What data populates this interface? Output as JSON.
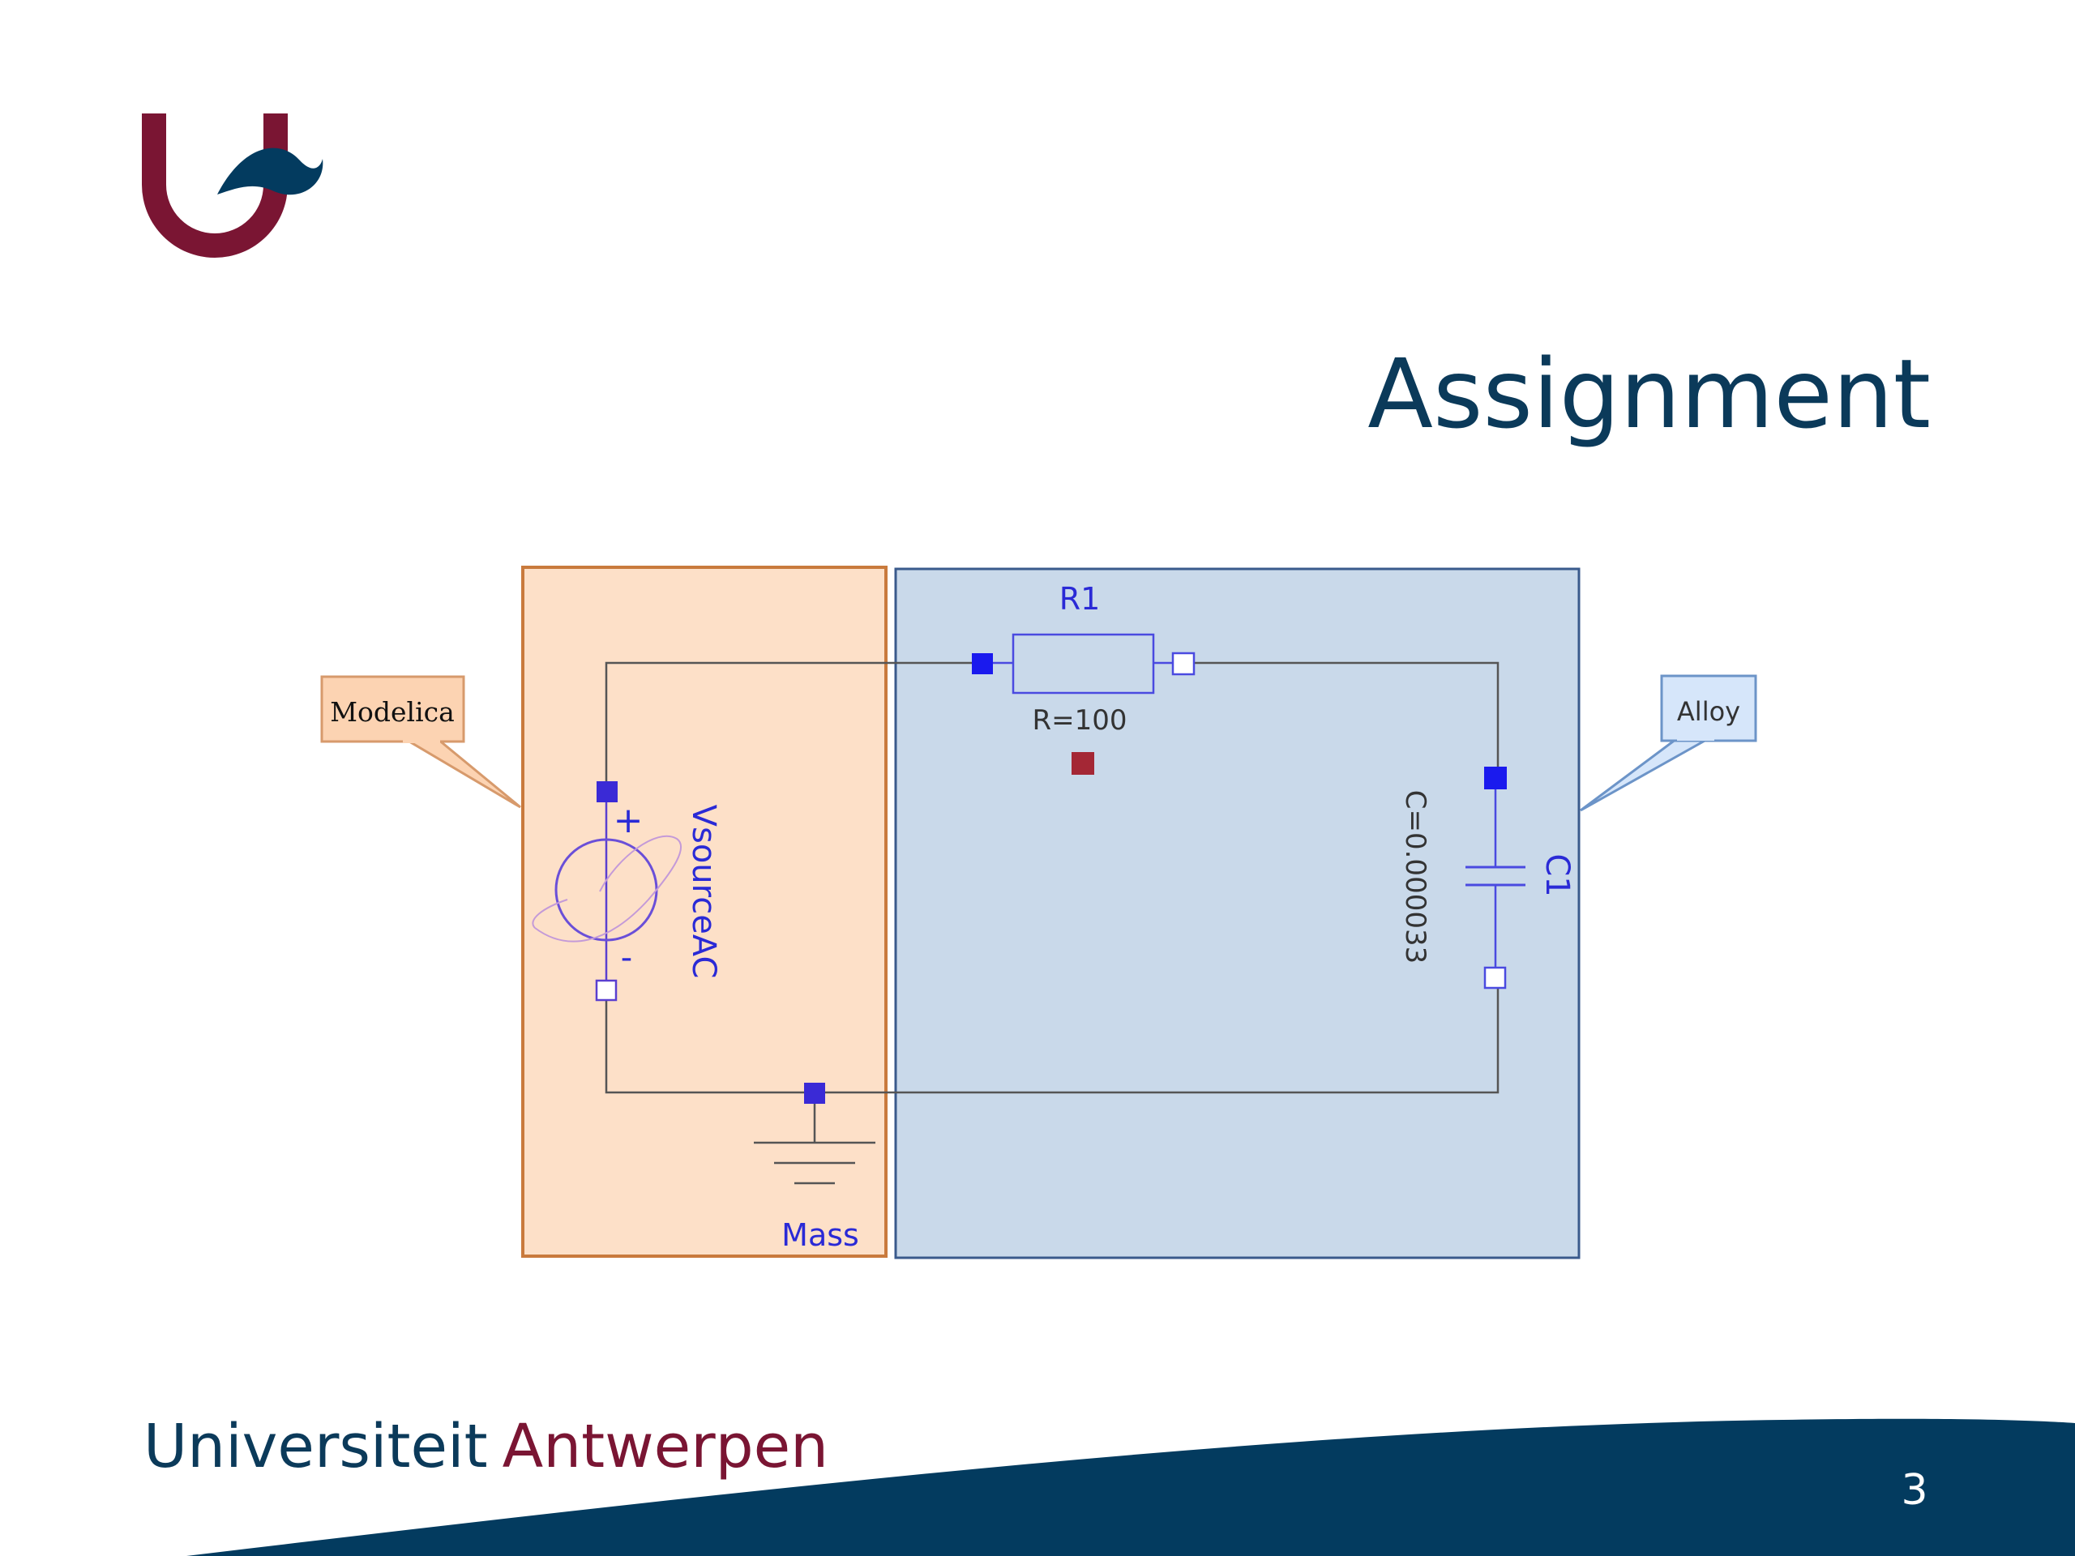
{
  "slide": {
    "title": "Assignment",
    "footer": {
      "university_word": "Universiteit",
      "city_word": "Antwerpen"
    },
    "page_number": "3"
  },
  "diagram": {
    "callouts": {
      "left": "Modelica",
      "right": "Alloy"
    },
    "components": {
      "resistor": {
        "name": "R1",
        "param": "R=100"
      },
      "source": {
        "name": "VsourceAC",
        "plus": "+",
        "minus": "-"
      },
      "capacitor": {
        "name": "C1",
        "param": "C=0.000033"
      },
      "ground": {
        "name": "Mass"
      }
    }
  },
  "colors": {
    "title": "#0b3a5a",
    "brand_red": "#7a1533",
    "brand_navy": "#033b5f",
    "modelica_region": "#fde0c8",
    "alloy_region": "#c9d9ea",
    "component_blue": "#2a2ad6"
  },
  "icons": [
    "university-logo",
    "voltage-source-symbol",
    "resistor-symbol",
    "capacitor-symbol",
    "ground-symbol"
  ]
}
